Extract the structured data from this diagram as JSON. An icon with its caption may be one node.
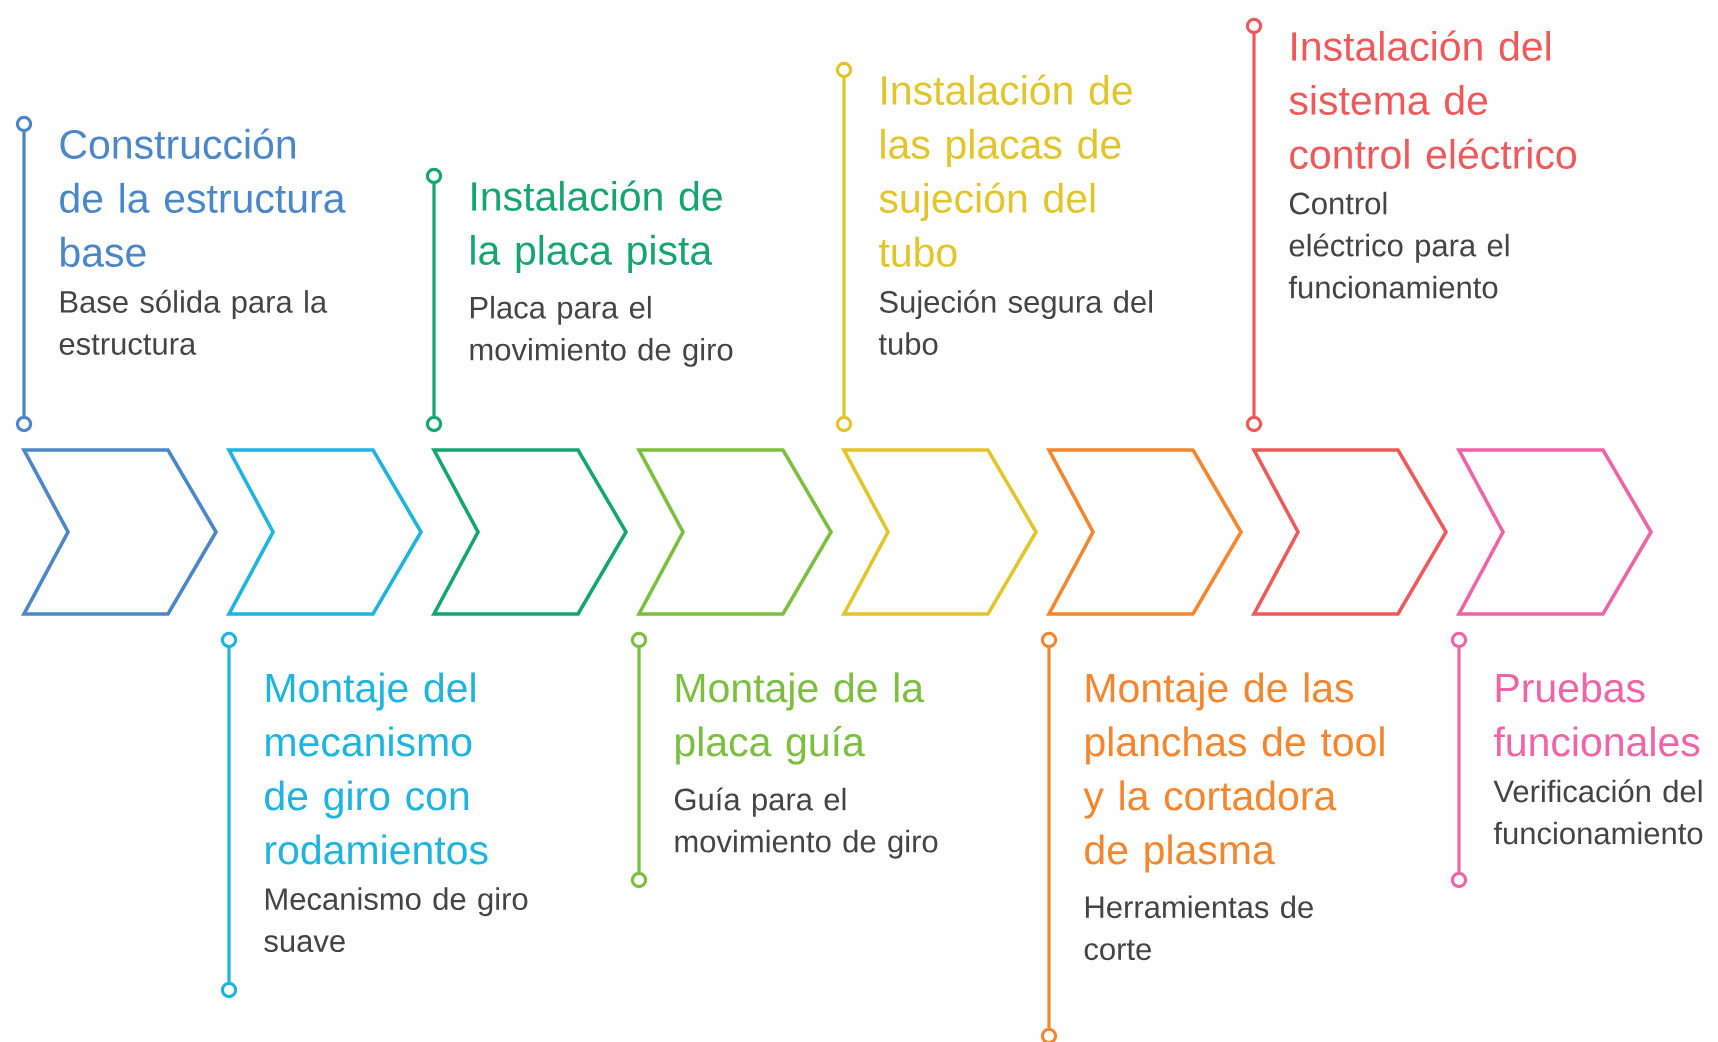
{
  "diagram": {
    "nodes": [
      {
        "text": [],
        "shape": "chevron",
        "beside": [
          "Construcción de la estructura base",
          "Base sólida para la estructura"
        ]
      },
      {
        "text": [],
        "shape": "chevron",
        "beside": [
          "Montaje del mecanismo de giro con rodamientos",
          "Mecanismo de giro suave"
        ]
      },
      {
        "text": [],
        "shape": "chevron",
        "beside": [
          "Instalación de la placa pista",
          "Placa para el movimiento de giro"
        ]
      },
      {
        "text": [],
        "shape": "chevron",
        "beside": [
          "Montaje de la placa guía",
          "Guía para el movimiento de giro"
        ]
      },
      {
        "text": [],
        "shape": "chevron",
        "beside": [
          "Instalación de las placas de sujeción del tubo",
          "Sujeción segura del tubo"
        ]
      },
      {
        "text": [],
        "shape": "chevron",
        "beside": [
          "Montaje de las planchas de tool y la cortadora de plasma",
          "Herramientas de corte"
        ]
      },
      {
        "text": [],
        "shape": "chevron",
        "beside": [
          "Instalación del sistema de control eléctrico",
          "Control eléctrico para el funcionamiento"
        ]
      },
      {
        "text": [],
        "shape": "chevron",
        "beside": [
          "Pruebas funcionales",
          "Verificación del funcionamiento"
        ]
      }
    ]
  }
}
